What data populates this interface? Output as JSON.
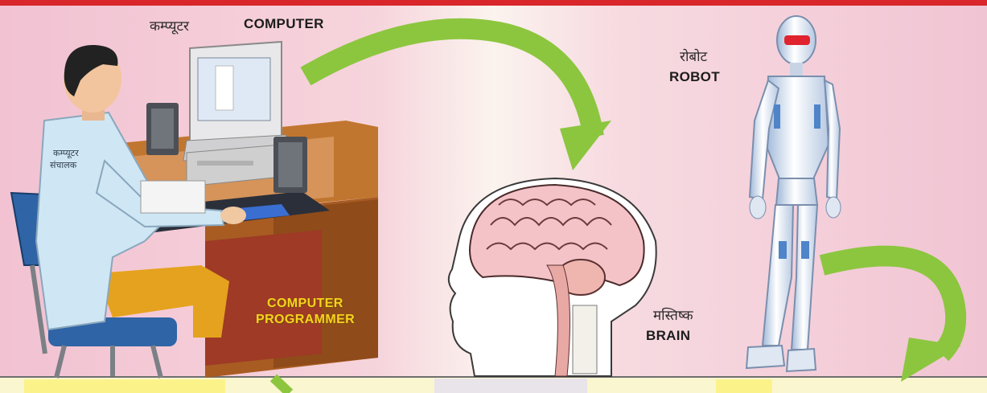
{
  "labels": {
    "computer_hi": "कम्प्यूटर",
    "computer_en": "COMPUTER",
    "robot_hi": "रोबोट",
    "robot_en": "ROBOT",
    "brain_hi": "मस्तिष्क",
    "brain_en": "BRAIN",
    "programmer_line1": "COMPUTER",
    "programmer_line2": "PROGRAMMER",
    "jacket_line1": "कम्प्यूटर",
    "jacket_line2": "संचालक"
  },
  "colors": {
    "top_bar": "#d8262b",
    "background_left": "#f3c8d6",
    "background_mid": "#fbf1ee",
    "arrow": "#8cc63f",
    "desk": "#b8682a",
    "chair": "#2f64a6"
  },
  "icons": [
    "curved-arrow-icon",
    "brain-illustration",
    "robot-illustration",
    "computer-operator-illustration"
  ]
}
